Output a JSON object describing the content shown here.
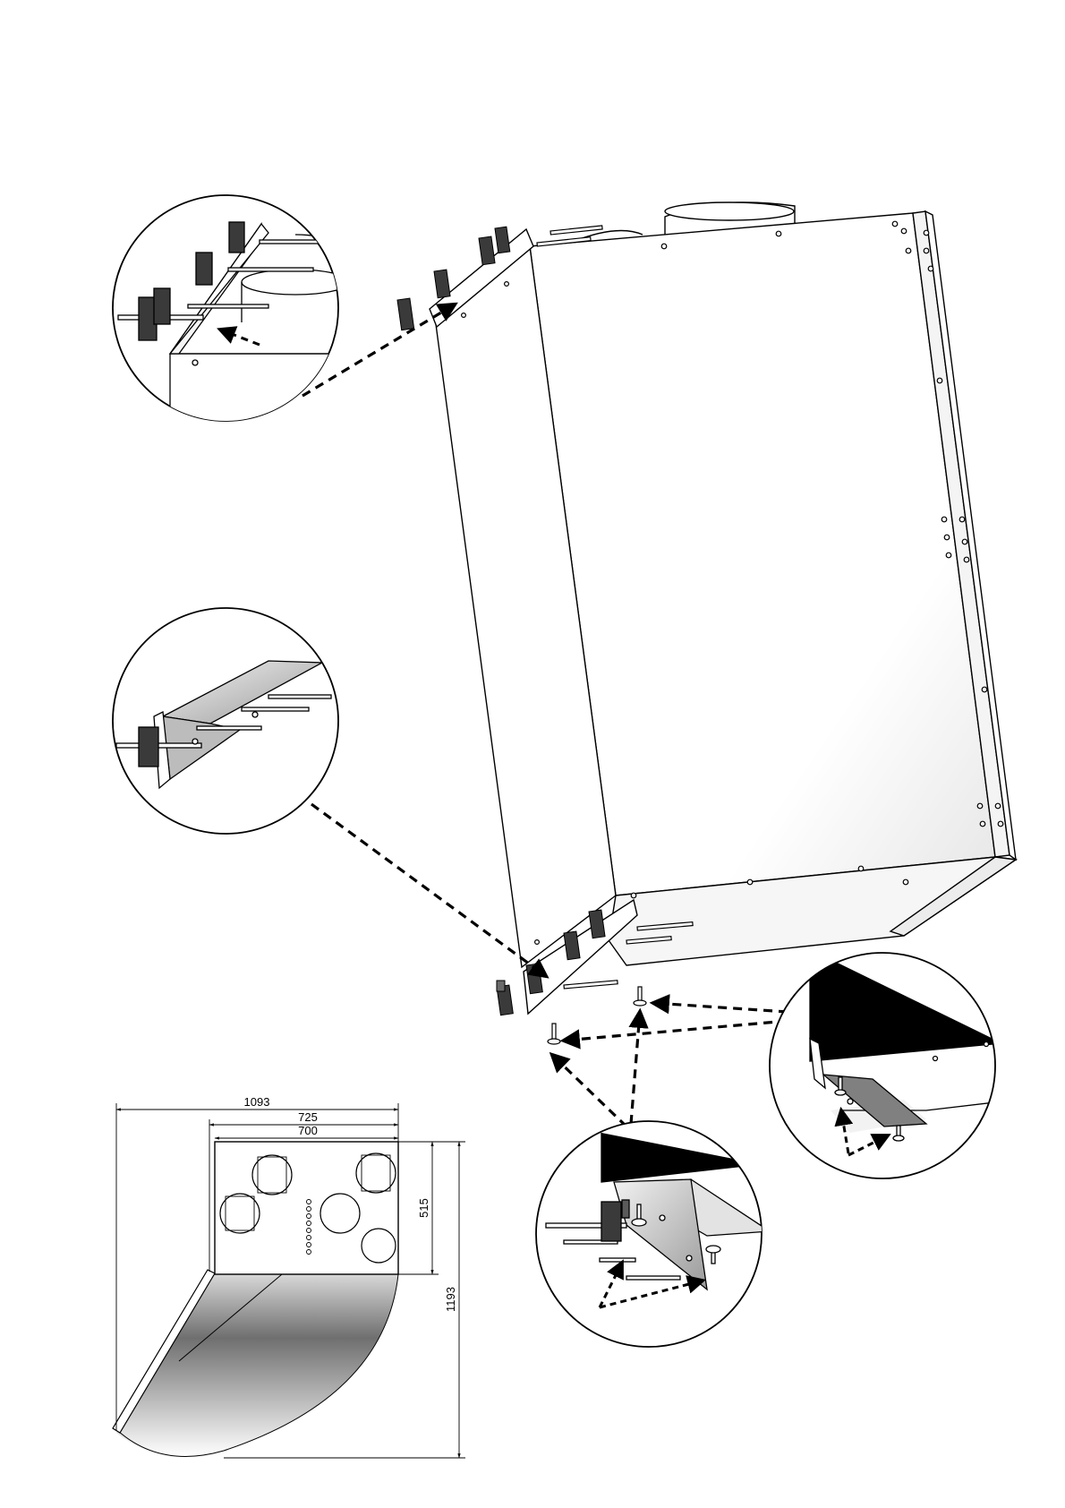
{
  "dimensions": {
    "overall_width": "1093",
    "unit_width_outer": "725",
    "unit_width_inner": "700",
    "unit_depth": "515",
    "door_swing_depth": "1193"
  },
  "colors": {
    "line": "#000000",
    "fixing_block": "#3a3a3a",
    "background": "#ffffff"
  },
  "icons": [
    "fixing-block-icon",
    "bolt-icon",
    "screw-icon",
    "arrow-icon"
  ]
}
